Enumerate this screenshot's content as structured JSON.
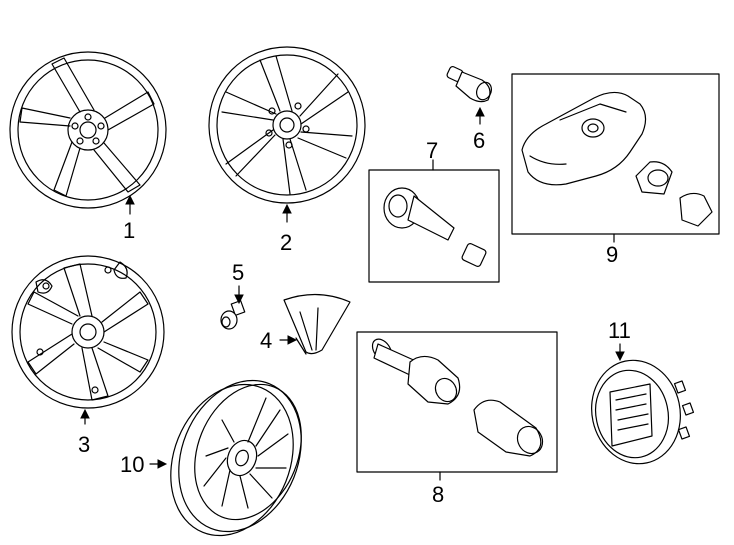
{
  "diagram": {
    "callouts": [
      {
        "id": "c1",
        "label": "1"
      },
      {
        "id": "c2",
        "label": "2"
      },
      {
        "id": "c3",
        "label": "3"
      },
      {
        "id": "c4",
        "label": "4"
      },
      {
        "id": "c5",
        "label": "5"
      },
      {
        "id": "c6",
        "label": "6"
      },
      {
        "id": "c7",
        "label": "7"
      },
      {
        "id": "c8",
        "label": "8"
      },
      {
        "id": "c9",
        "label": "9"
      },
      {
        "id": "c10",
        "label": "10"
      },
      {
        "id": "c11",
        "label": "11"
      }
    ],
    "line_color": "#000000",
    "background": "#ffffff"
  }
}
